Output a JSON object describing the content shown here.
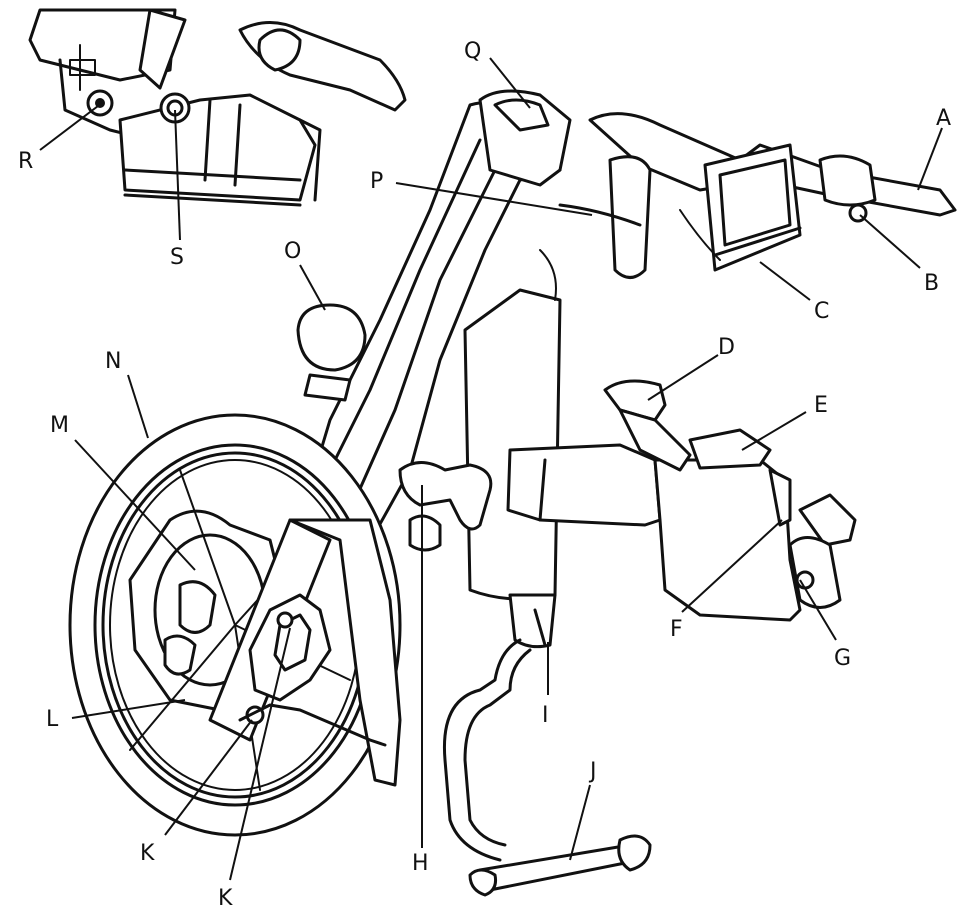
{
  "labels": {
    "A": "A",
    "B": "B",
    "C": "C",
    "D": "D",
    "E": "E",
    "F": "F",
    "G": "G",
    "H": "H",
    "I": "I",
    "J": "J",
    "K1": "K",
    "K2": "K",
    "L": "L",
    "M": "M",
    "N": "N",
    "O": "O",
    "P": "P",
    "Q": "Q",
    "R": "R",
    "S": "S"
  },
  "colors": {
    "line": "#111111",
    "background": "#ffffff"
  }
}
